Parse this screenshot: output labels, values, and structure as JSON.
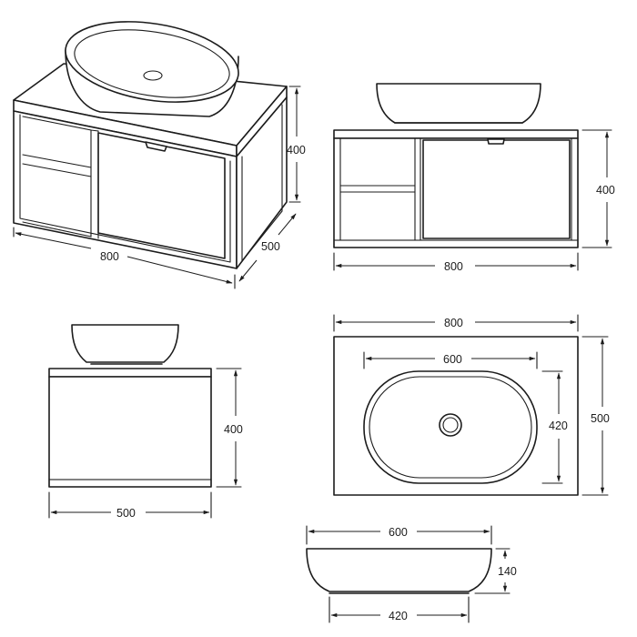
{
  "dimensions": {
    "iso_width": "800",
    "iso_height": "400",
    "iso_depth": "500",
    "front_width": "800",
    "front_height": "400",
    "side_width": "500",
    "side_height": "400",
    "top_width": "800",
    "top_depth": "500",
    "top_basin_length": "600",
    "top_basin_width": "420",
    "basin_top_length": "600",
    "basin_height": "140",
    "basin_base_length": "420"
  }
}
